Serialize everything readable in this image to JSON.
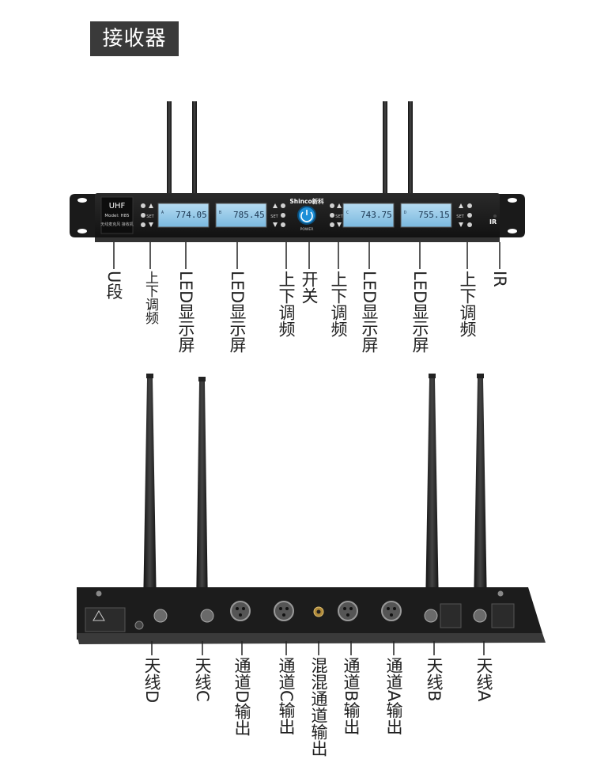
{
  "title": "接收器",
  "front_panel": {
    "brand_band": "UHF",
    "model": "Model: H85",
    "subtitle": "无线麦克风 接收机",
    "logo": "Shinco新科",
    "power_label": "POWER",
    "set_label": "SET",
    "ir_label": "IR",
    "displays": [
      {
        "channel": "A",
        "freq": "774.05"
      },
      {
        "channel": "B",
        "freq": "785.45"
      },
      {
        "channel": "C",
        "freq": "743.75"
      },
      {
        "channel": "D",
        "freq": "755.15"
      }
    ]
  },
  "front_labels": [
    "U段",
    "上下调频",
    "LED显示屏",
    "LED显示屏",
    "上下调频",
    "开关",
    "上下调频",
    "LED显示屏",
    "LED显示屏",
    "上下调频",
    "IR"
  ],
  "back_labels": [
    "天线D",
    "天线C",
    "通道D输出",
    "通道C输出",
    "混混通道输出",
    "通道B输出",
    "通道A输出",
    "天线B",
    "天线A"
  ],
  "colors": {
    "panel": "#1b1b1b",
    "lcd": "#8fc6e6",
    "power": "#1e90d8",
    "title_bg": "#3a3a3a"
  }
}
